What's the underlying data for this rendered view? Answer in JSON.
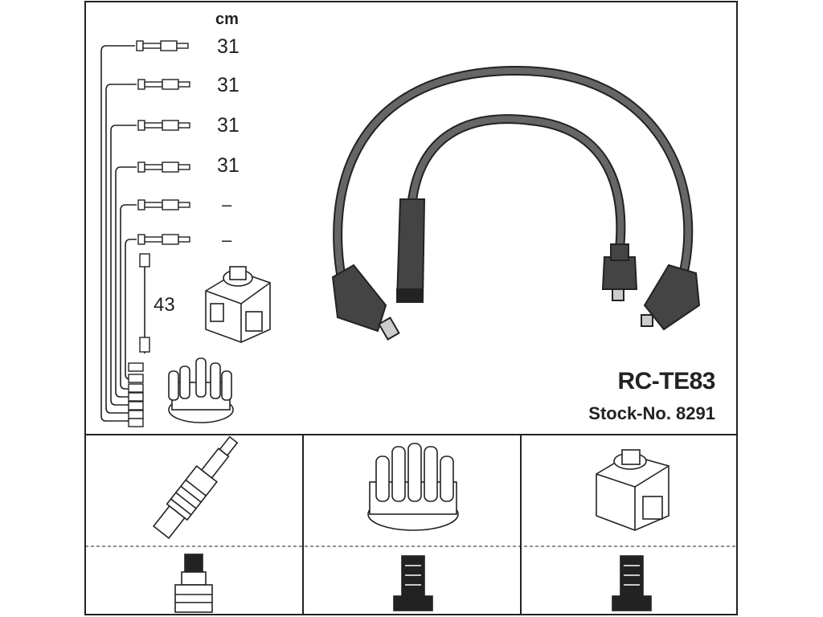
{
  "unit": "cm",
  "leads": [
    {
      "length": "31"
    },
    {
      "length": "31"
    },
    {
      "length": "31"
    },
    {
      "length": "31"
    },
    {
      "length": "–"
    },
    {
      "length": "–"
    }
  ],
  "coil_lead": {
    "length": "43"
  },
  "product": {
    "model": "RC-TE83",
    "stock": "Stock-No. 8291"
  },
  "colors": {
    "line": "#222222",
    "cable": "#555555",
    "background": "#ffffff"
  }
}
